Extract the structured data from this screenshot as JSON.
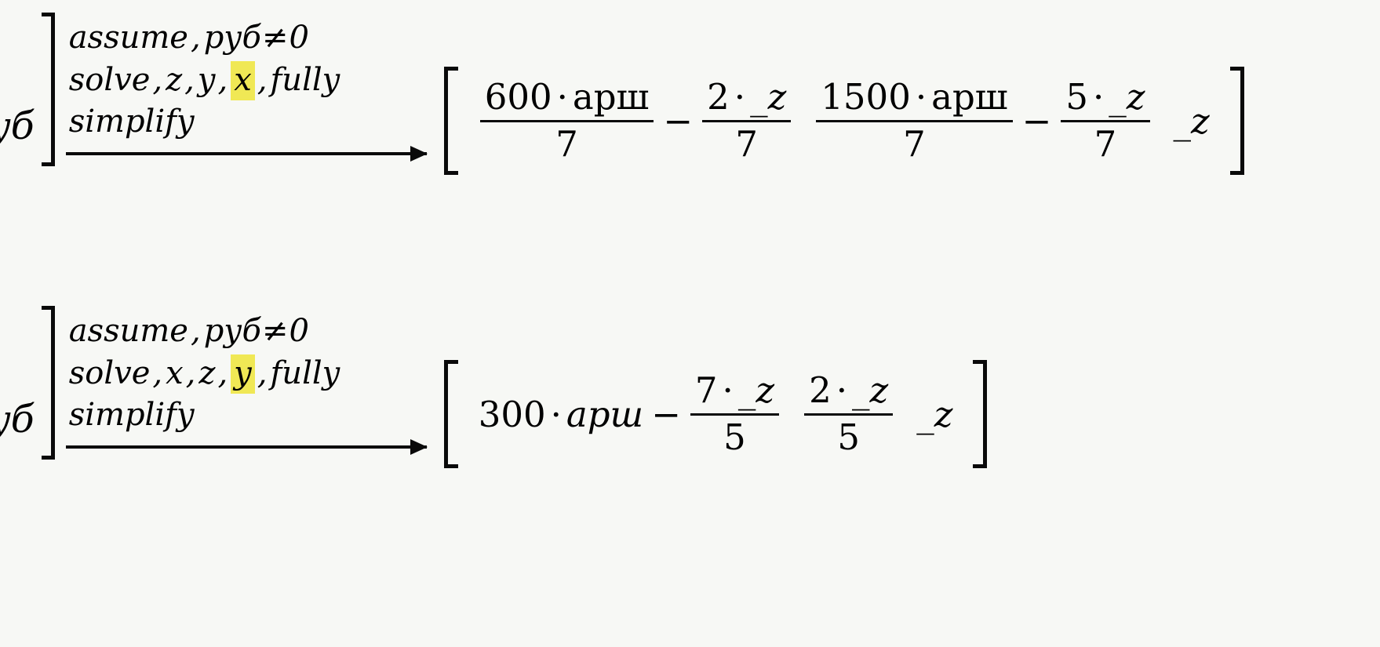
{
  "document": {
    "kind": "computer-algebra-derivation",
    "background_color": "#f7f8f5",
    "ink_color": "#0a0a0a",
    "highlight_color": "#f0e855"
  },
  "steps": [
    {
      "id": "step-1",
      "lhs_tail": "руб",
      "annotations": {
        "line1": {
          "keyword": "assume",
          "comma": ",",
          "condition_symbol": "руб",
          "relation": "≠",
          "value": "0"
        },
        "line2": {
          "keyword": "solve",
          "args": [
            "z",
            "y",
            "x",
            "fully"
          ],
          "highlighted_arg": "x",
          "highlighted_index": 2
        },
        "line3": {
          "keyword": "simplify"
        }
      },
      "result": {
        "bracket_open": "[",
        "bracket_close": "]",
        "cells": [
          {
            "terms": [
              {
                "kind": "fraction",
                "numerator_coeff": "600",
                "numerator_dot": "·",
                "numerator_symbol": "арш",
                "denominator": "7"
              },
              {
                "kind": "operator",
                "text": "−"
              },
              {
                "kind": "fraction",
                "numerator_coeff": "2",
                "numerator_dot": "·",
                "numerator_symbol": "_z",
                "denominator": "7"
              }
            ]
          },
          {
            "terms": [
              {
                "kind": "fraction",
                "numerator_coeff": "1500",
                "numerator_dot": "·",
                "numerator_symbol": "арш",
                "denominator": "7"
              },
              {
                "kind": "operator",
                "text": "−"
              },
              {
                "kind": "fraction",
                "numerator_coeff": "5",
                "numerator_dot": "·",
                "numerator_symbol": "_z",
                "denominator": "7"
              }
            ]
          },
          {
            "terms": [
              {
                "kind": "plain",
                "text": "_z"
              }
            ]
          }
        ]
      }
    },
    {
      "id": "step-2",
      "lhs_tail": "руб",
      "annotations": {
        "line1": {
          "keyword": "assume",
          "comma": ",",
          "condition_symbol": "руб",
          "relation": "≠",
          "value": "0"
        },
        "line2": {
          "keyword": "solve",
          "args": [
            "x",
            "z",
            "y",
            "fully"
          ],
          "highlighted_arg": "y",
          "highlighted_index": 2
        },
        "line3": {
          "keyword": "simplify"
        }
      },
      "result": {
        "bracket_open": "[",
        "bracket_close": "]",
        "cells": [
          {
            "terms": [
              {
                "kind": "product",
                "coeff": "300",
                "dot": "·",
                "symbol": "арш"
              },
              {
                "kind": "operator",
                "text": "−"
              },
              {
                "kind": "fraction",
                "numerator_coeff": "7",
                "numerator_dot": "·",
                "numerator_symbol": "_z",
                "denominator": "5"
              }
            ]
          },
          {
            "terms": [
              {
                "kind": "fraction",
                "numerator_coeff": "2",
                "numerator_dot": "·",
                "numerator_symbol": "_z",
                "denominator": "5"
              }
            ]
          },
          {
            "terms": [
              {
                "kind": "plain",
                "text": "_z"
              }
            ]
          }
        ]
      }
    }
  ]
}
